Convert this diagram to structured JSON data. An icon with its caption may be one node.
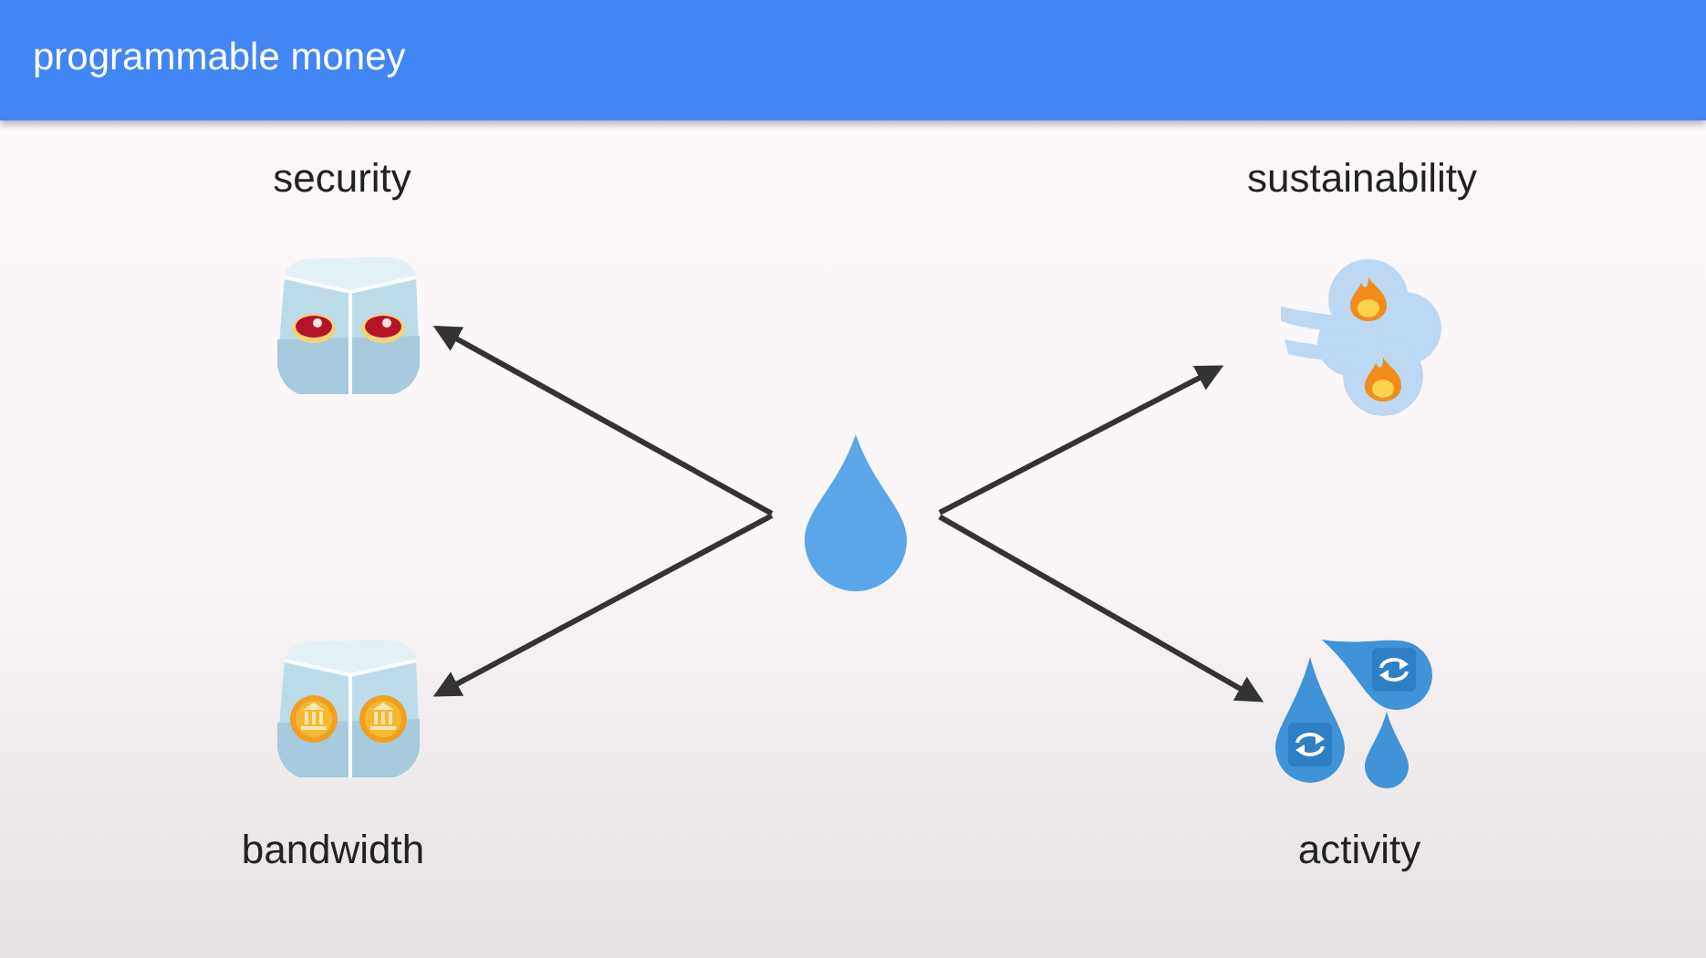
{
  "diagram": {
    "title": "programmable money",
    "nodes": [
      {
        "text": [
          "security"
        ]
      },
      {
        "text": [
          "sustainability"
        ]
      },
      {
        "text": [],
        "shape": "drop"
      },
      {
        "text": [
          "bandwidth"
        ]
      },
      {
        "text": [
          "activity"
        ]
      }
    ],
    "edges": [
      {
        "from": 2,
        "to": 0,
        "arrow": "to"
      },
      {
        "from": 2,
        "to": 1,
        "arrow": "to"
      },
      {
        "from": 2,
        "to": 3,
        "arrow": "to"
      },
      {
        "from": 2,
        "to": 4,
        "arrow": "to"
      }
    ]
  }
}
